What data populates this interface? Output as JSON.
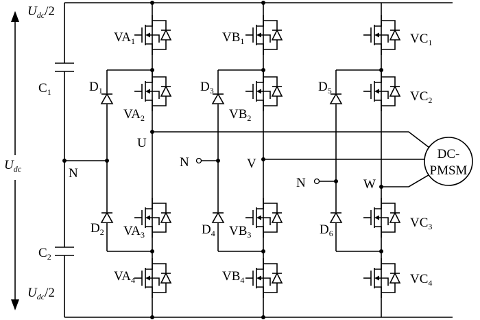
{
  "dc_link": {
    "supply_label": "U",
    "supply_sub": "dc",
    "top_half_main": "U",
    "top_half_sub": "dc",
    "top_half_tail": "/2",
    "bottom_half_main": "U",
    "bottom_half_sub": "dc",
    "bottom_half_tail": "/2",
    "capacitors": [
      {
        "main": "C",
        "sub": "1"
      },
      {
        "main": "C",
        "sub": "2"
      }
    ],
    "neutral_label": "N"
  },
  "leg_a": {
    "switches": [
      {
        "main": "VA",
        "sub": "1"
      },
      {
        "main": "VA",
        "sub": "2"
      },
      {
        "main": "VA",
        "sub": "3"
      },
      {
        "main": "VA",
        "sub": "4"
      }
    ],
    "diodes": [
      {
        "main": "D",
        "sub": "1"
      },
      {
        "main": "D",
        "sub": "2"
      }
    ],
    "output_label": "U"
  },
  "leg_b": {
    "switches": [
      {
        "main": "VB",
        "sub": "1"
      },
      {
        "main": "VB",
        "sub": "2"
      },
      {
        "main": "VB",
        "sub": "3"
      },
      {
        "main": "VB",
        "sub": "4"
      }
    ],
    "diodes": [
      {
        "main": "D",
        "sub": "3"
      },
      {
        "main": "D",
        "sub": "4"
      }
    ],
    "neutral_label": "N",
    "output_label": "V"
  },
  "leg_c": {
    "switches": [
      {
        "main": "VC",
        "sub": "1"
      },
      {
        "main": "VC",
        "sub": "2"
      },
      {
        "main": "VC",
        "sub": "3"
      },
      {
        "main": "VC",
        "sub": "4"
      }
    ],
    "diodes": [
      {
        "main": "D",
        "sub": "5"
      },
      {
        "main": "D",
        "sub": "6"
      }
    ],
    "neutral_label": "N",
    "output_label": "W"
  },
  "motor": {
    "line1": "DC-",
    "line2": "PMSM"
  }
}
